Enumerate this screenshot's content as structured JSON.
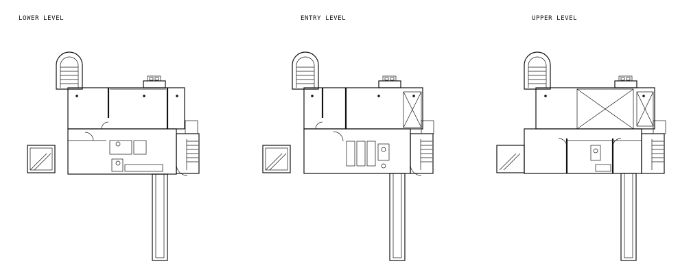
{
  "labels": {
    "lower": "LOWER LEVEL",
    "entry": "ENTRY LEVEL",
    "upper": "UPPER LEVEL"
  }
}
